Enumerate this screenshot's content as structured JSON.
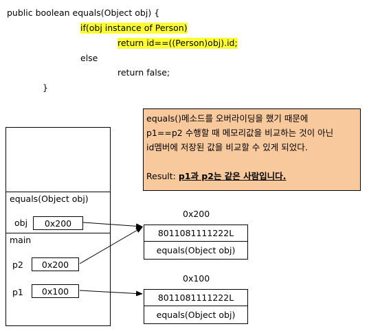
{
  "code": {
    "line1": "public boolean equals(Object obj) {",
    "line2": "if(obj instance of Person)",
    "line3": "return id==((Person)obj).id;",
    "line4": "else",
    "line5": "return false;",
    "line6": "}"
  },
  "note": {
    "line1": "equals()메소드를 오버라이딩을 했기 때문에",
    "line2": "p1==p2 수행할 때 메모리값을 비교하는 것이 아닌",
    "line3": "id멤버에 저장된 값을 비교할 수 있게 되었다.",
    "result_prefix": "Result: ",
    "result_text": "p1과 p2는 같은 사람입니다."
  },
  "stack": {
    "equals_frame_label": "equals(Object obj)",
    "obj_label": "obj",
    "obj_value": "0x200",
    "main_frame_label": "main",
    "p2_label": "p2",
    "p2_value": "0x200",
    "p1_label": "p1",
    "p1_value": "0x100"
  },
  "heap": {
    "obj1_address": "0x200",
    "obj1_id": "8011081111222L",
    "obj1_method": "equals(Object obj)",
    "obj2_address": "0x100",
    "obj2_id": "8011081111222L",
    "obj2_method": "equals(Object obj)"
  },
  "colors": {
    "highlight": "#ffff33",
    "note_bg": "#f9c99e"
  }
}
